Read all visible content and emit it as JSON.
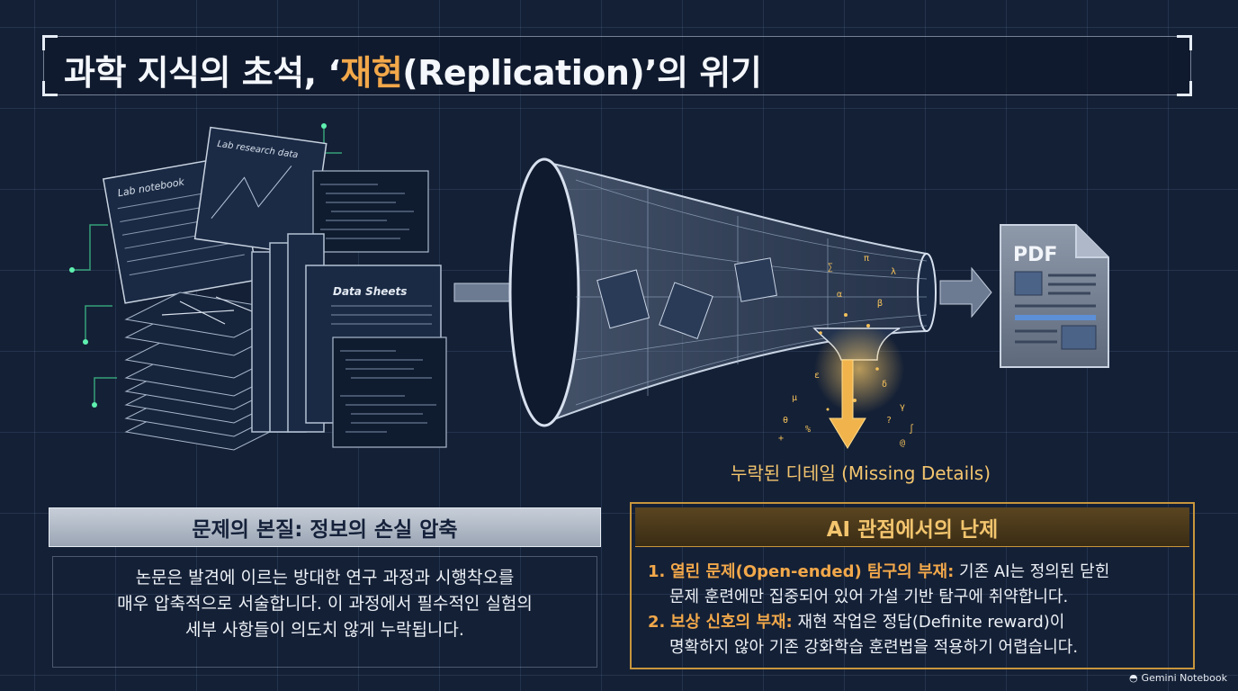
{
  "title": {
    "prefix": "과학 지식의 초석, ‘",
    "highlight": "재현",
    "suffix": "(Replication)’의 위기"
  },
  "illustration": {
    "notebook_label": "Lab notebook",
    "research_label": "Lab research data",
    "datasheet_label": "Data Sheets",
    "pdf_label": "PDF",
    "missing_label": "누락된 디테일 (Missing Details)"
  },
  "left_panel": {
    "heading": "문제의 본질: 정보의 손실 압축",
    "lines": [
      "논문은 발견에 이르는 방대한 연구 과정과 시행착오를",
      "매우 압축적으로 서술합니다. 이 과정에서 필수적인 실험의",
      "세부 사항들이 의도치 않게 누락됩니다."
    ]
  },
  "right_panel": {
    "heading": "AI 관점에서의 난제",
    "item1": {
      "num": "1.",
      "lead": "열린 문제(Open-ended) 탐구의 부재:",
      "rest": " 기존 AI는 정의된 닫힌",
      "cont": "문제 훈련에만 집중되어 있어 가설 기반 탐구에 취약합니다."
    },
    "item2": {
      "num": "2.",
      "lead": "보상 신호의 부재:",
      "rest": " 재현 작업은 정답(Definite reward)이",
      "cont": "명확하지 않아 기존 강화학습 훈련법을 적용하기 어렵습니다."
    }
  },
  "watermark": "Gemini Notebook",
  "colors": {
    "background": "#142036",
    "accent_orange": "#f2a84a",
    "accent_gold": "#c8963c",
    "panel_gray": "#9aa5b4"
  }
}
